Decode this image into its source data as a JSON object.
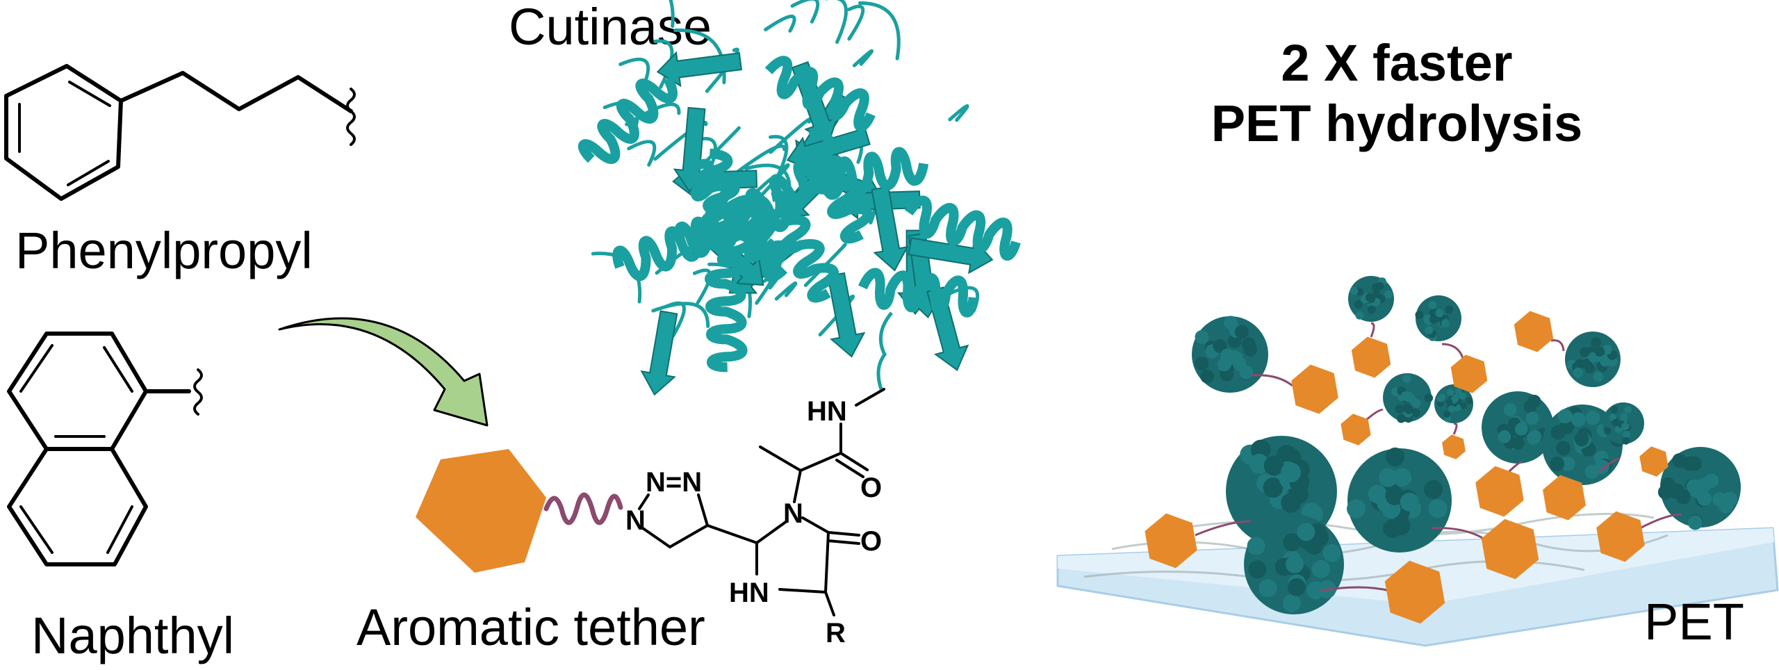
{
  "labels": {
    "phenylpropyl": "Phenylpropyl",
    "naphthyl": "Naphthyl",
    "cutinase": "Cutinase",
    "aromatic_tether": "Aromatic tether",
    "headline_line1": "2 X faster",
    "headline_line2": "PET hydrolysis",
    "pet": "PET"
  },
  "atoms": {
    "amide_nh": "HN",
    "amide_o": "O",
    "ring_n": "N",
    "ring_o": "O",
    "ring_nh": "HN",
    "r_group": "R",
    "triazole_n1": "N",
    "triazole_nn": "N=N"
  },
  "colors": {
    "protein": "#1aa0a0",
    "protein_dark": "#1b6a6d",
    "tether_hexagon": "#e6892b",
    "linker": "#8b4a6e",
    "arrow": "#a9d18e",
    "pet_sheet": "#cfe6f5"
  }
}
